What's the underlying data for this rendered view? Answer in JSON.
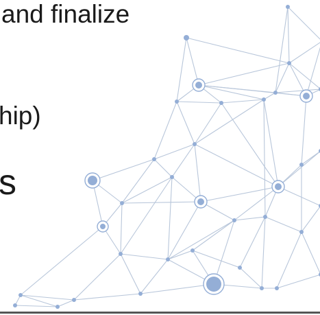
{
  "slide": {
    "line1": "and finalize",
    "line2": "hip)",
    "line3": "s"
  },
  "colors": {
    "text": "#1a1a1a",
    "network_line": "#b8c6da",
    "network_node": "#94aed6",
    "bottom_rule": "#555555"
  }
}
